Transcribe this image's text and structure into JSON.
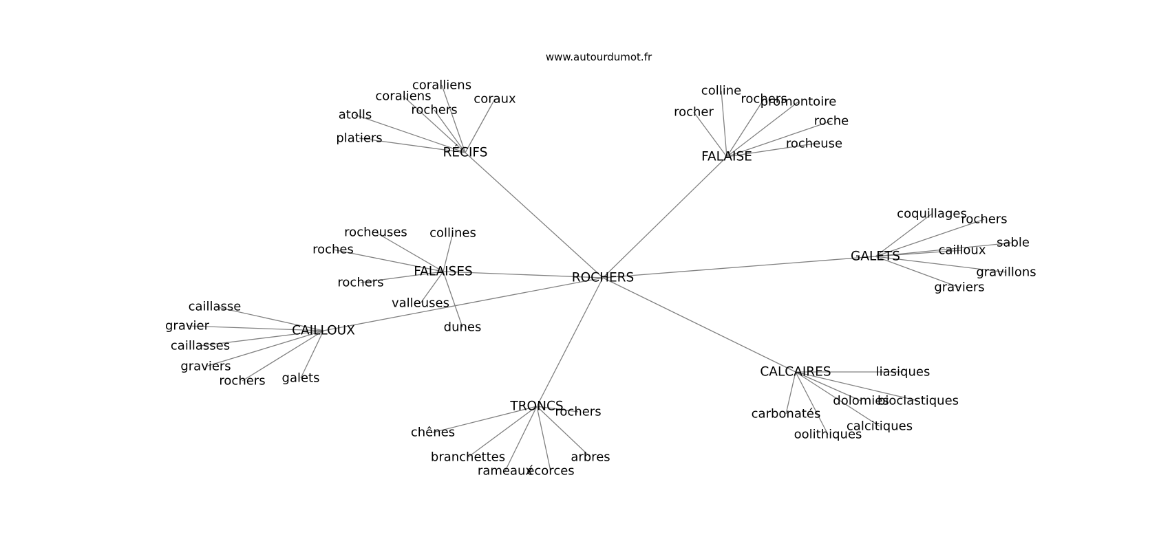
{
  "source": "www.autourdumot.fr",
  "graph": {
    "center": "ROCHERS",
    "clusters": [
      {
        "name": "RÉCIFS",
        "words": [
          "coralliens",
          "coraliens",
          "coraux",
          "rochers",
          "atolls",
          "platiers"
        ]
      },
      {
        "name": "FALAISE",
        "words": [
          "colline",
          "rochers",
          "promontoire",
          "rocher",
          "roche",
          "rocheuse"
        ]
      },
      {
        "name": "GALETS",
        "words": [
          "coquillages",
          "rochers",
          "sable",
          "cailloux",
          "gravillons",
          "graviers"
        ]
      },
      {
        "name": "FALAISES",
        "words": [
          "rocheuses",
          "collines",
          "roches",
          "rochers",
          "valleuses",
          "dunes"
        ]
      },
      {
        "name": "CAILLOUX",
        "words": [
          "caillasse",
          "gravier",
          "caillasses",
          "graviers",
          "rochers",
          "galets"
        ]
      },
      {
        "name": "CALCAIRES",
        "words": [
          "liasiques",
          "dolomies",
          "bioclastiques",
          "carbonatés",
          "calcitiques",
          "oolithiques"
        ]
      },
      {
        "name": "TRONCS",
        "words": [
          "rochers",
          "chênes",
          "branchettes",
          "arbres",
          "rameaux",
          "écorces"
        ]
      }
    ]
  }
}
